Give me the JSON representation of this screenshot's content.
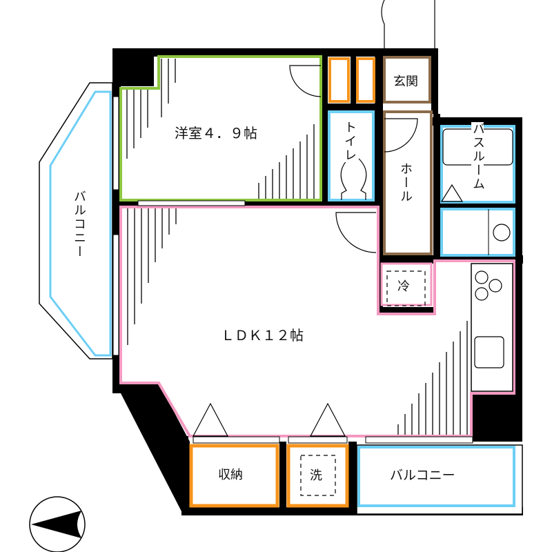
{
  "floorplan": {
    "rooms": {
      "western_room": {
        "label": "洋室４．９帖",
        "color": "#8dc63f"
      },
      "ldk": {
        "label": "ＬＤＫ１２帖",
        "color": "#f49ac1"
      },
      "entrance": {
        "label": "玄関",
        "color": "#8b6b4a"
      },
      "hall": {
        "label": "ホール",
        "color": "#8b6b4a"
      },
      "toilet": {
        "label": "トイレ",
        "color": "#6dcff6"
      },
      "bathroom": {
        "label": "バスルーム",
        "color": "#6dcff6"
      },
      "balcony_west": {
        "label": "バルコニー",
        "color": "#6dcff6"
      },
      "balcony_south": {
        "label": "バルコニー",
        "color": "#6dcff6"
      },
      "storage": {
        "label": "収納",
        "color": "#f7941d"
      },
      "washer": {
        "label": "洗",
        "color": "#f7941d"
      },
      "fridge": {
        "label": "冷"
      }
    },
    "colors": {
      "wall": "#000000",
      "closet": "#f7941d",
      "wet_area": "#6dcff6",
      "western_room": "#8dc63f",
      "ldk": "#f49ac1",
      "hall": "#8b6b4a"
    },
    "compass": {
      "direction": "west-pointing arrow"
    }
  }
}
